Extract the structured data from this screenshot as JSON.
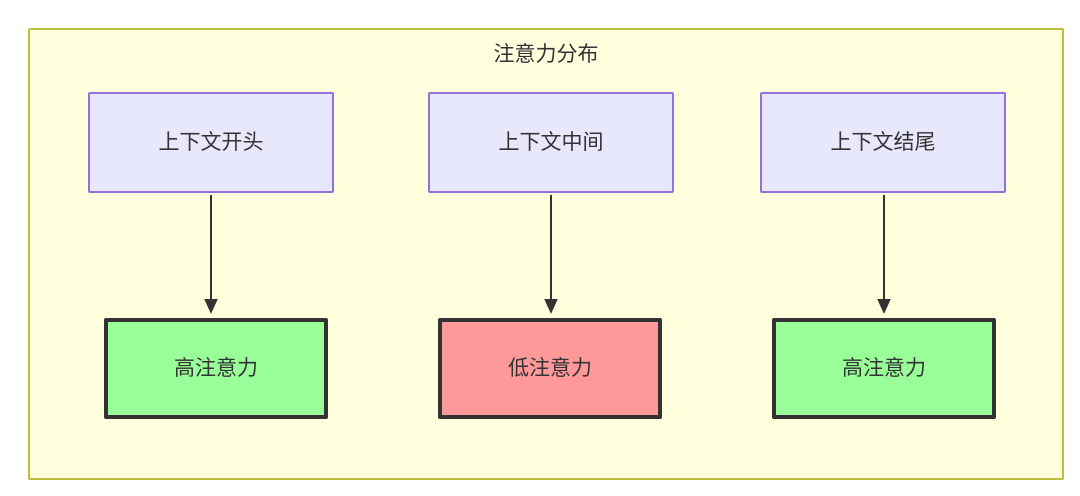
{
  "diagram": {
    "title": "注意力分布",
    "background_color": "#ffffde",
    "border_color": "#bfbf3f",
    "text_color": "#333333",
    "nodes": {
      "top": [
        {
          "id": "context-start",
          "label": "上下文开头",
          "fill": "#e8e8fc",
          "stroke": "#9370db"
        },
        {
          "id": "context-middle",
          "label": "上下文中间",
          "fill": "#e8e8fc",
          "stroke": "#9370db"
        },
        {
          "id": "context-end",
          "label": "上下文结尾",
          "fill": "#e8e8fc",
          "stroke": "#9370db"
        }
      ],
      "bottom": [
        {
          "id": "high-attention-start",
          "label": "高注意力",
          "fill": "#99ff99",
          "stroke": "#333333"
        },
        {
          "id": "low-attention-middle",
          "label": "低注意力",
          "fill": "#ff9999",
          "stroke": "#333333"
        },
        {
          "id": "high-attention-end",
          "label": "高注意力",
          "fill": "#99ff99",
          "stroke": "#333333"
        }
      ]
    },
    "edges": [
      {
        "from": "context-start",
        "to": "high-attention-start",
        "label": ""
      },
      {
        "from": "context-middle",
        "to": "low-attention-middle",
        "label": ""
      },
      {
        "from": "context-end",
        "to": "high-attention-end",
        "label": ""
      }
    ],
    "arrow_color": "#333333"
  }
}
